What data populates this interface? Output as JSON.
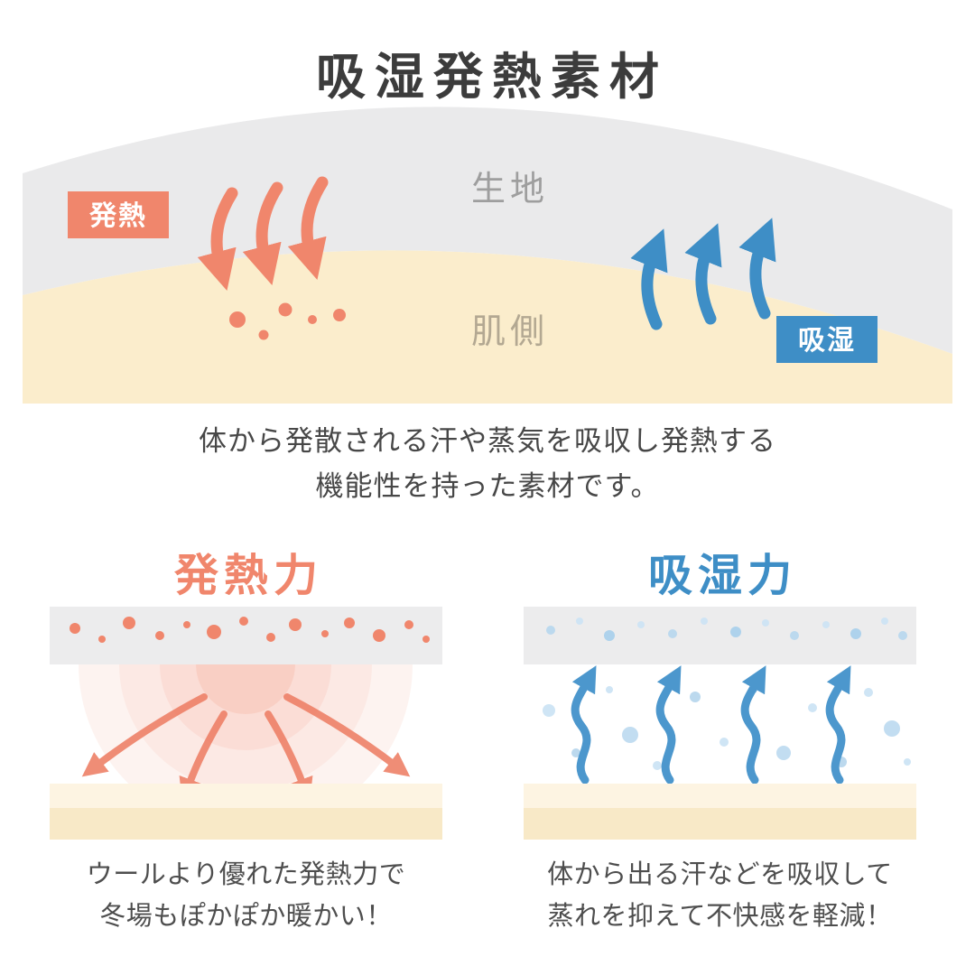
{
  "title": "吸湿発熱素材",
  "hero": {
    "fabric_label": "生地",
    "skin_label": "肌側",
    "heat_badge": "発熱",
    "absorb_badge": "吸湿"
  },
  "description": {
    "line1": "体から発散される汗や蒸気を吸収し発熱する",
    "line2": "機能性を持った素材です。"
  },
  "heat_panel": {
    "heading": "発熱力",
    "caption_line1": "ウールより優れた発熱力で",
    "caption_line2": "冬場もぽかぽか暖かい！"
  },
  "absorb_panel": {
    "heading": "吸湿力",
    "caption_line1": "体から出る汗などを吸収して",
    "caption_line2": "蒸れを抑えて不快感を軽減！"
  },
  "colors": {
    "heat_accent": "#F0866C",
    "absorb_accent": "#3E8EC6",
    "fabric_gray": "#EAEAEB",
    "skin_beige": "#FBEDCC",
    "title_text": "#3C3C3C",
    "body_text": "#474747"
  }
}
